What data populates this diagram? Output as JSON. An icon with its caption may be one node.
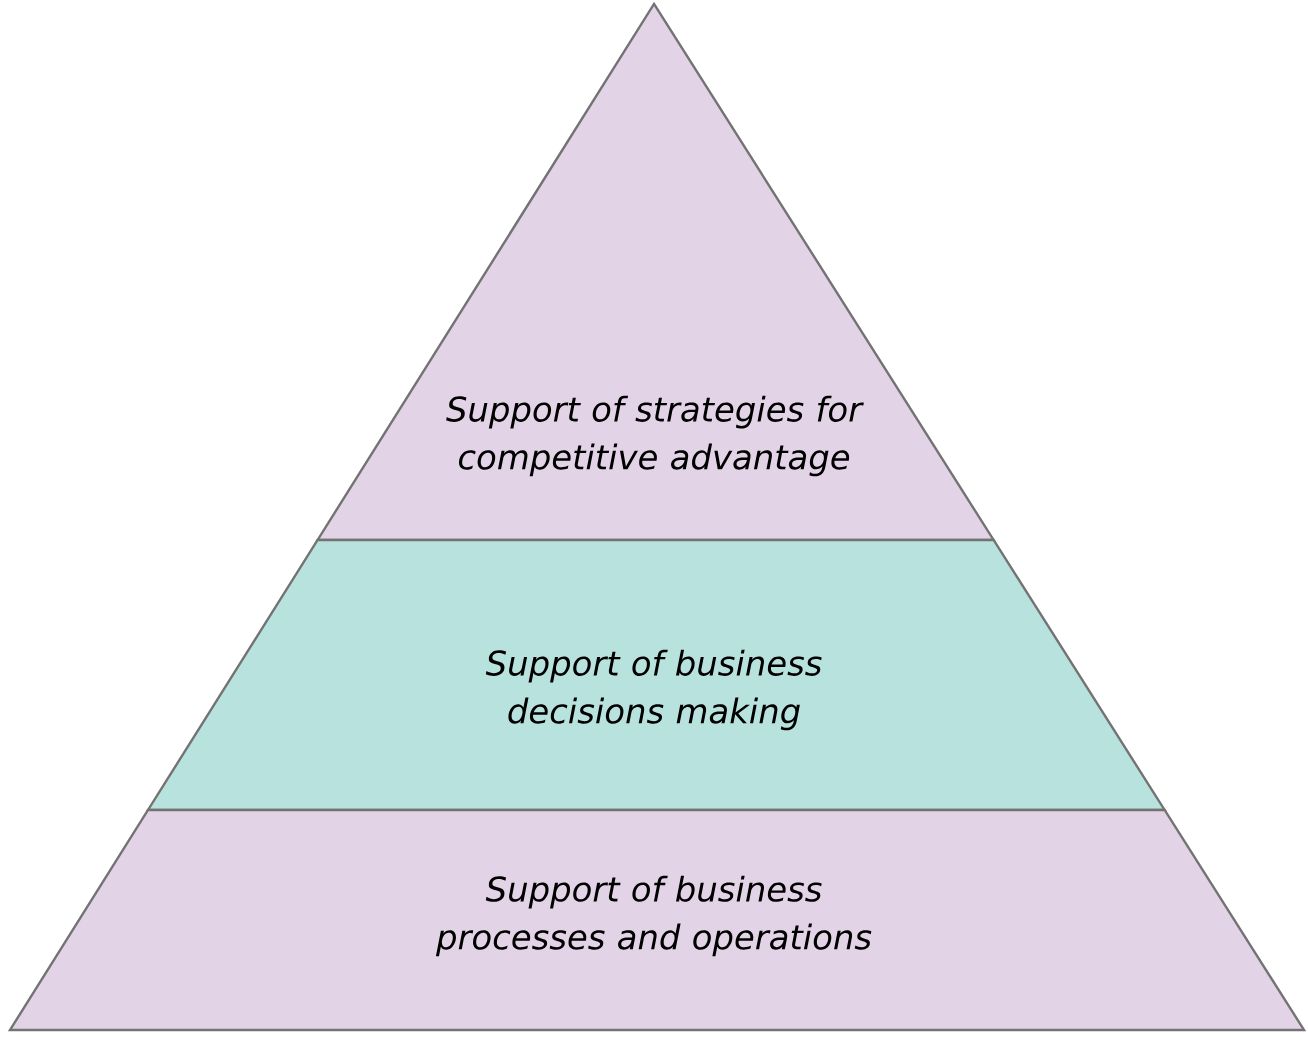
{
  "diagram": {
    "nodes": [
      {
        "text": [
          "Support of strategies for competitive advantage"
        ]
      },
      {
        "text": [
          "Support of business decisions making"
        ]
      },
      {
        "text": [
          "Support of business processes and operations"
        ]
      }
    ]
  }
}
